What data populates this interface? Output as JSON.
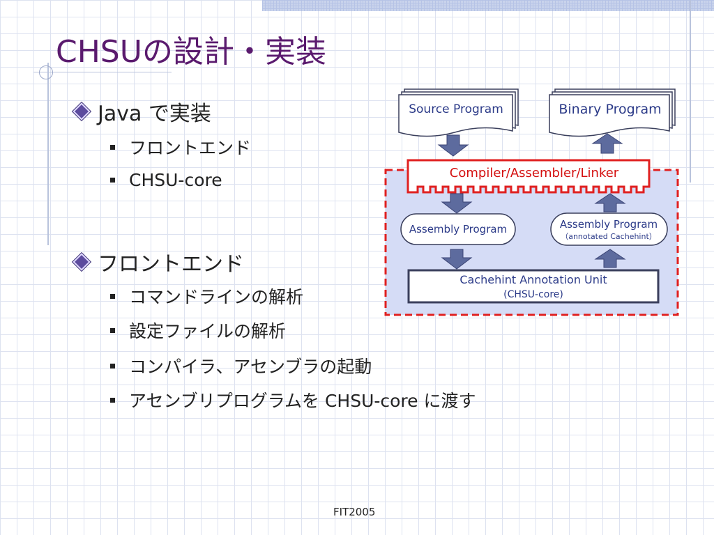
{
  "slide": {
    "title": "CHSUの設計・実装",
    "bullets": [
      {
        "text": "Java で実装",
        "sub": [
          "フロントエンド",
          "CHSU-core"
        ]
      },
      {
        "text": "フロントエンド",
        "sub": [
          "コマンドラインの解析",
          "設定ファイルの解析",
          "コンパイラ、アセンブラの起動",
          "アセンブリプログラムを CHSU-core に渡す"
        ]
      }
    ],
    "footer": "FIT2005"
  },
  "diagram": {
    "source_program": "Source Program",
    "binary_program": "Binary Program",
    "compiler": "Compiler/Assembler/Linker",
    "assembly_left": "Assembly Program",
    "assembly_right": "Assembly Program",
    "assembly_right_sub": "（annotated Cachehint）",
    "annotation_unit": "Cachehint Annotation Unit",
    "annotation_unit_sub": "(CHSU-core)",
    "colors": {
      "accent_red": "#e02020",
      "arrow": "#5d6b9e",
      "region": "#d5dcf6",
      "title": "#5a1a6e"
    }
  }
}
